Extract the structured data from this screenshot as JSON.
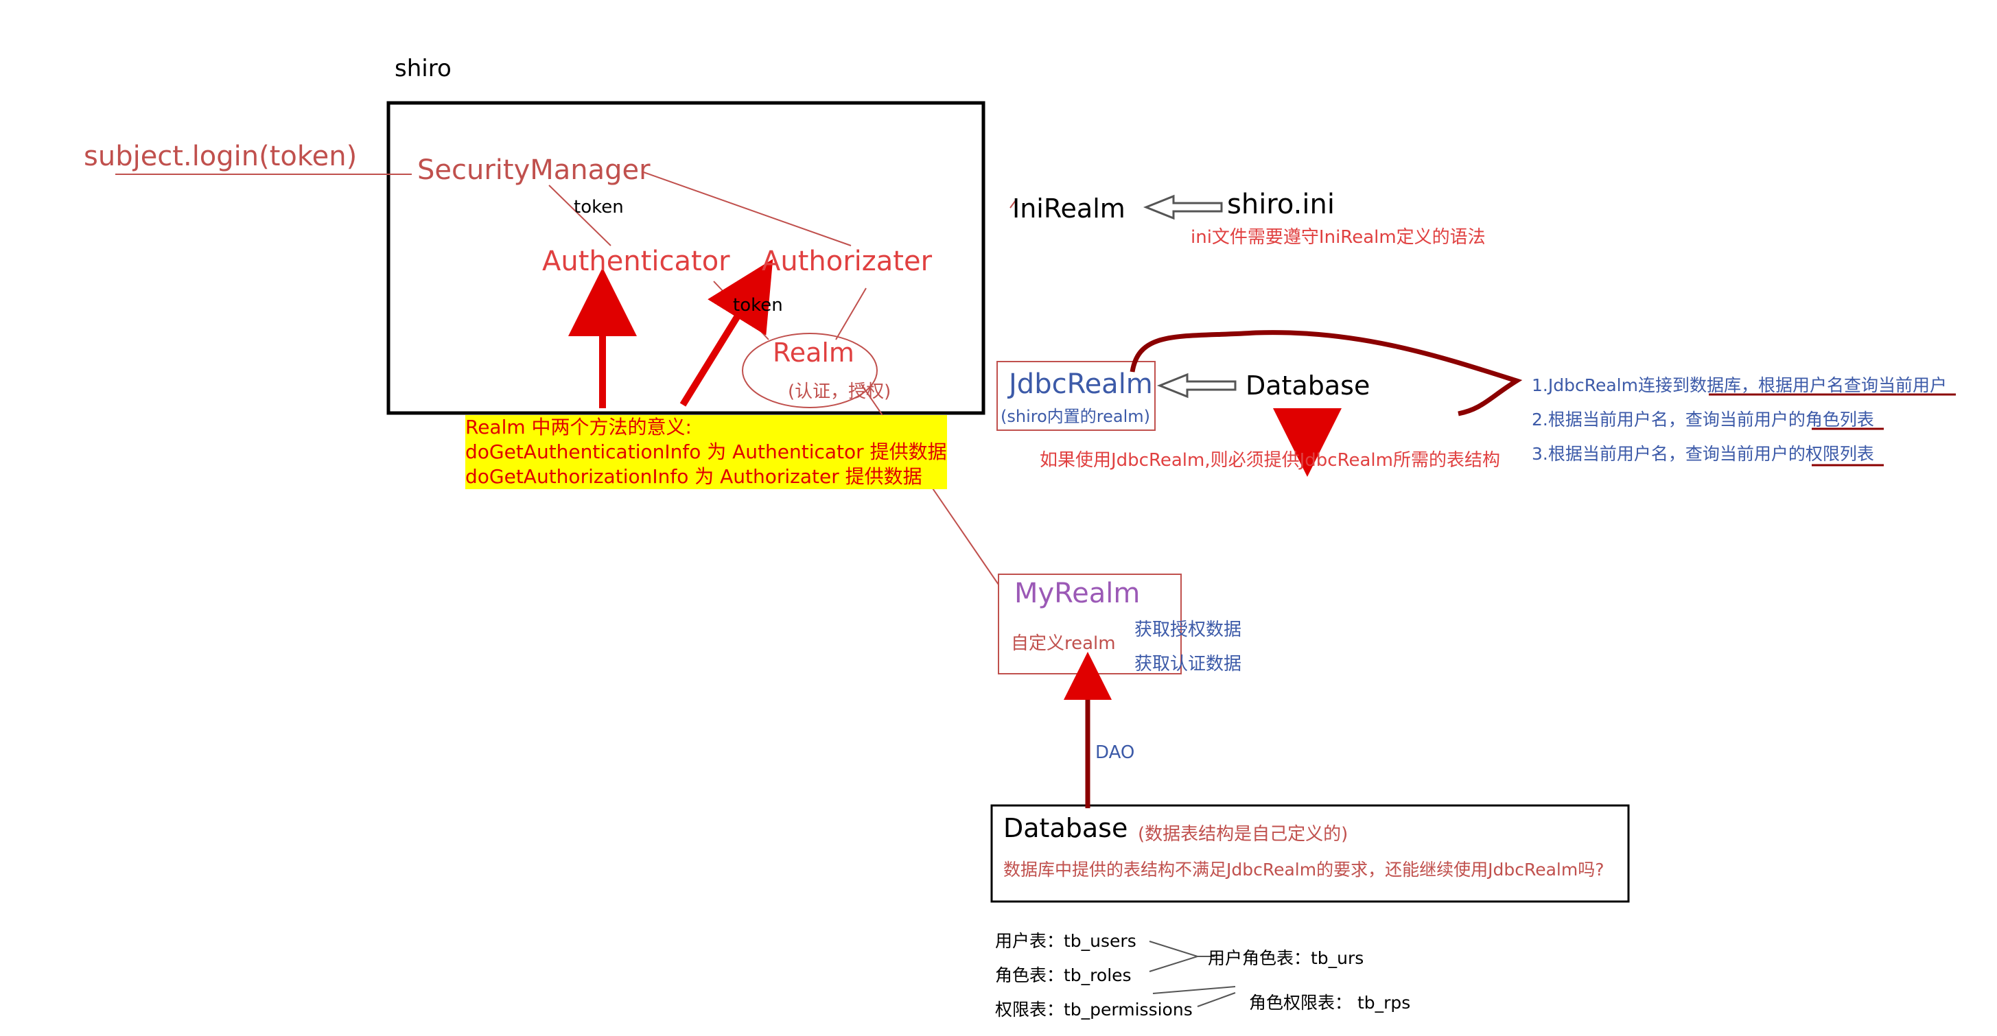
{
  "shiro": "shiro",
  "call": "subject.login(token)",
  "sm": "SecurityManager",
  "token1": "token",
  "auth": "Authenticator",
  "authz": "Authorizater",
  "token2": "token",
  "realm": "Realm",
  "realm_sub": "(认证，授权)",
  "note": [
    "Realm 中两个方法的意义:",
    "doGetAuthenticationInfo 为 Authenticator 提供数据",
    "doGetAuthorizationInfo 为 Authorizater 提供数据"
  ],
  "ini": "IniRealm",
  "ini_file": "shiro.ini",
  "ini_note": "ini文件需要遵守IniRealm定义的语法",
  "jdbc": "JdbcRealm",
  "jdbc_sub": "(shiro内置的realm)",
  "db1": "Database",
  "db1_note": "如果使用JdbcRealm,则必须提供JdbcRealm所需的表结构",
  "steps": [
    "1.JdbcRealm连接到数据库，根据用户名查询当前用户",
    "2.根据当前用户名，查询当前用户的角色列表",
    "3.根据当前用户名，查询当前用户的权限列表"
  ],
  "my": "MyRealm",
  "my_sub": "自定义realm",
  "get_authz": "获取授权数据",
  "get_auth": "获取认证数据",
  "dao": "DAO",
  "db2": "Database",
  "db2_sub": "(数据表结构是自己定义的)",
  "db2_q": "数据库中提供的表结构不满足JdbcRealm的要求，还能继续使用JdbcRealm吗?",
  "tables": [
    "用户表：tb_users",
    "角色表：tb_roles",
    "权限表：tb_permissions"
  ],
  "urs": "用户角色表：tb_urs",
  "rps": "角色权限表：  tb_rps"
}
